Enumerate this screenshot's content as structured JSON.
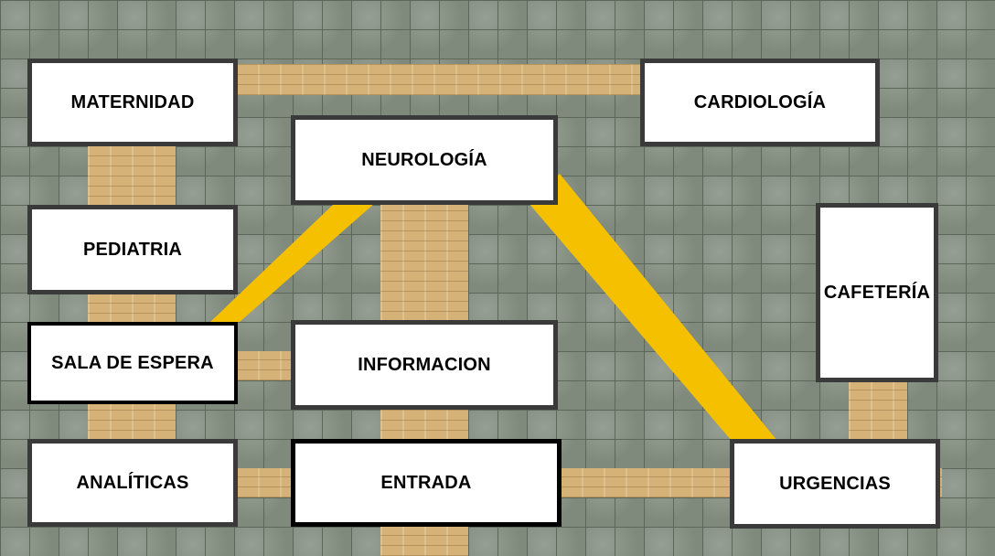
{
  "rooms": {
    "maternidad": "MATERNIDAD",
    "cardiologia": "CARDIOLOGÍA",
    "neurologia": "NEUROLOGÍA",
    "pediatria": "PEDIATRIA",
    "cafeteria": "CAFETERÍA",
    "sala_espera": "SALA DE ESPERA",
    "informacion": "INFORMACION",
    "analiticas": "ANALÍTICAS",
    "entrada": "ENTRADA",
    "urgencias": "URGENCIAS"
  },
  "colors": {
    "floor_tile": "#7f8a7c",
    "corridor_wood": "#d4b278",
    "highlight_path": "#f5c000"
  }
}
